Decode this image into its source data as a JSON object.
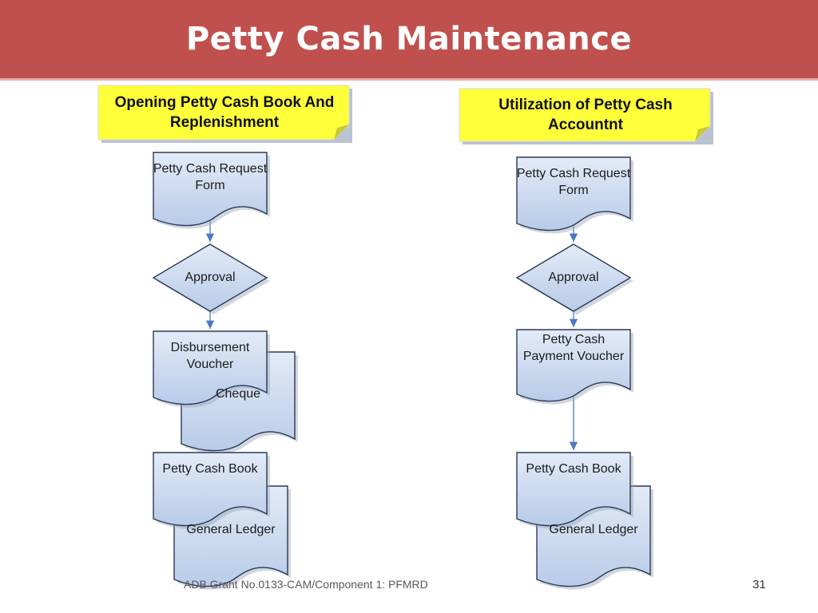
{
  "title": "Petty Cash Maintenance",
  "footer": "ADB Grant No.0133-CAM/Component 1: PFMRD",
  "page_number": "31",
  "colors": {
    "header": "#c0504d",
    "badge_yellow": "#ffff3a",
    "node_fill_top": "#e3ebf7",
    "node_fill_bottom": "#b8cbe8",
    "node_stroke": "#2b3a55",
    "connector": "#4a78c2"
  },
  "columns": [
    {
      "heading": "Opening Petty Cash Book And Replenishment",
      "nodes": [
        {
          "id": "l-request",
          "label": "Petty Cash Request Form",
          "shape": "document"
        },
        {
          "id": "l-approval",
          "label": "Approval",
          "shape": "decision"
        },
        {
          "id": "l-cheque",
          "label": "Cheque",
          "shape": "document"
        },
        {
          "id": "l-disbursement",
          "label": "Disbursement Voucher",
          "shape": "document"
        },
        {
          "id": "l-ledger",
          "label": "General Ledger",
          "shape": "document"
        },
        {
          "id": "l-book",
          "label": "Petty Cash Book",
          "shape": "document"
        }
      ]
    },
    {
      "heading": "Utilization of  Petty Cash Accountnt",
      "nodes": [
        {
          "id": "r-request",
          "label": "Petty Cash Request Form",
          "shape": "document"
        },
        {
          "id": "r-approval",
          "label": "Approval",
          "shape": "decision"
        },
        {
          "id": "r-payment",
          "label": "Petty Cash Payment Voucher",
          "shape": "document"
        },
        {
          "id": "r-ledger",
          "label": "General Ledger",
          "shape": "document"
        },
        {
          "id": "r-book",
          "label": "Petty Cash Book",
          "shape": "document"
        }
      ]
    }
  ],
  "edges": [
    {
      "from": "l-request",
      "to": "l-approval"
    },
    {
      "from": "l-approval",
      "to": "l-disbursement"
    },
    {
      "from": "l-disbursement",
      "to": "l-book"
    },
    {
      "from": "r-request",
      "to": "r-approval"
    },
    {
      "from": "r-approval",
      "to": "r-payment"
    },
    {
      "from": "r-payment",
      "to": "r-book"
    }
  ]
}
